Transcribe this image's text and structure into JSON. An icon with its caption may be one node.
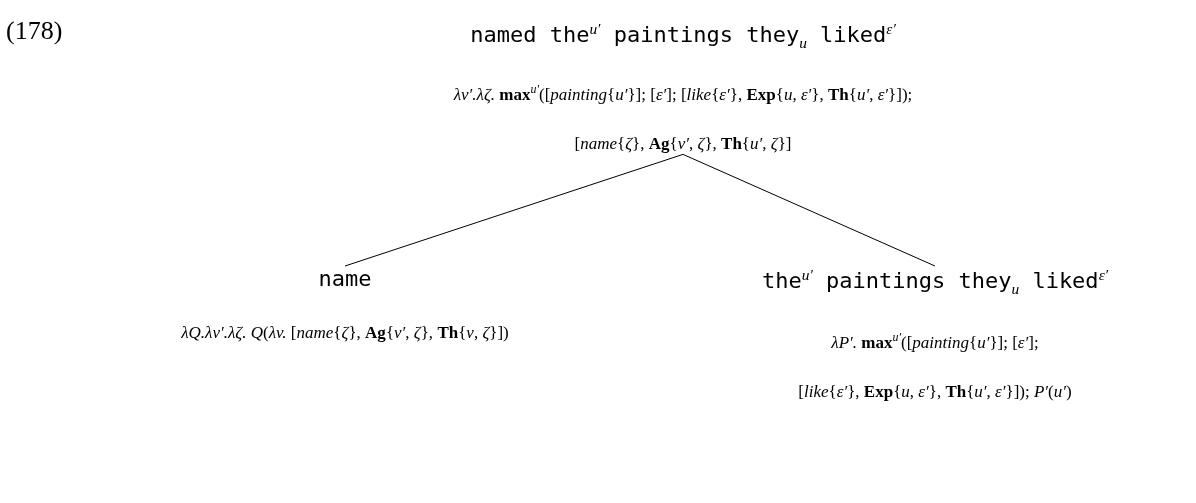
{
  "diagram": {
    "nodes": [
      {
        "text": [
          "named the$^{u′}$ paintings they$_{u}$ liked$^{ε′}$",
          "*λv′.λζ.* **max**$^{u′}$([*painting*{*u′*}]; [*ε′*]; [*like*{*ε′*}, **Exp**{*u*, *ε′*}, **Th**{*u′*, *ε′*}]);",
          "[*name*{*ζ*}, **Ag**{*v′*, *ζ*}, **Th**{*u′*, *ζ*}]"
        ]
      },
      {
        "text": [
          "name",
          "*λQ.λv′.λζ. Q*(*λv.* [*name*{*ζ*}, **Ag**{*v′*, *ζ*}, **Th**{*v*, *ζ*}])"
        ]
      },
      {
        "text": [
          "the$^{u′}$ paintings they$_{u}$ liked$^{ε′}$",
          "*λP′.* **max**$^{u′}$([*painting*{*u′*}]; [*ε′*];",
          "[*like*{*ε′*}, **Exp**{*u*, *ε′*}, **Th**{*u′*, *ε′*}]); *P′*(*u′*)"
        ]
      }
    ],
    "edges": [
      {
        "from": 0,
        "to": 1,
        "arrow": "none"
      },
      {
        "from": 0,
        "to": 2,
        "arrow": "none"
      }
    ],
    "labels": [
      "(178)"
    ]
  }
}
